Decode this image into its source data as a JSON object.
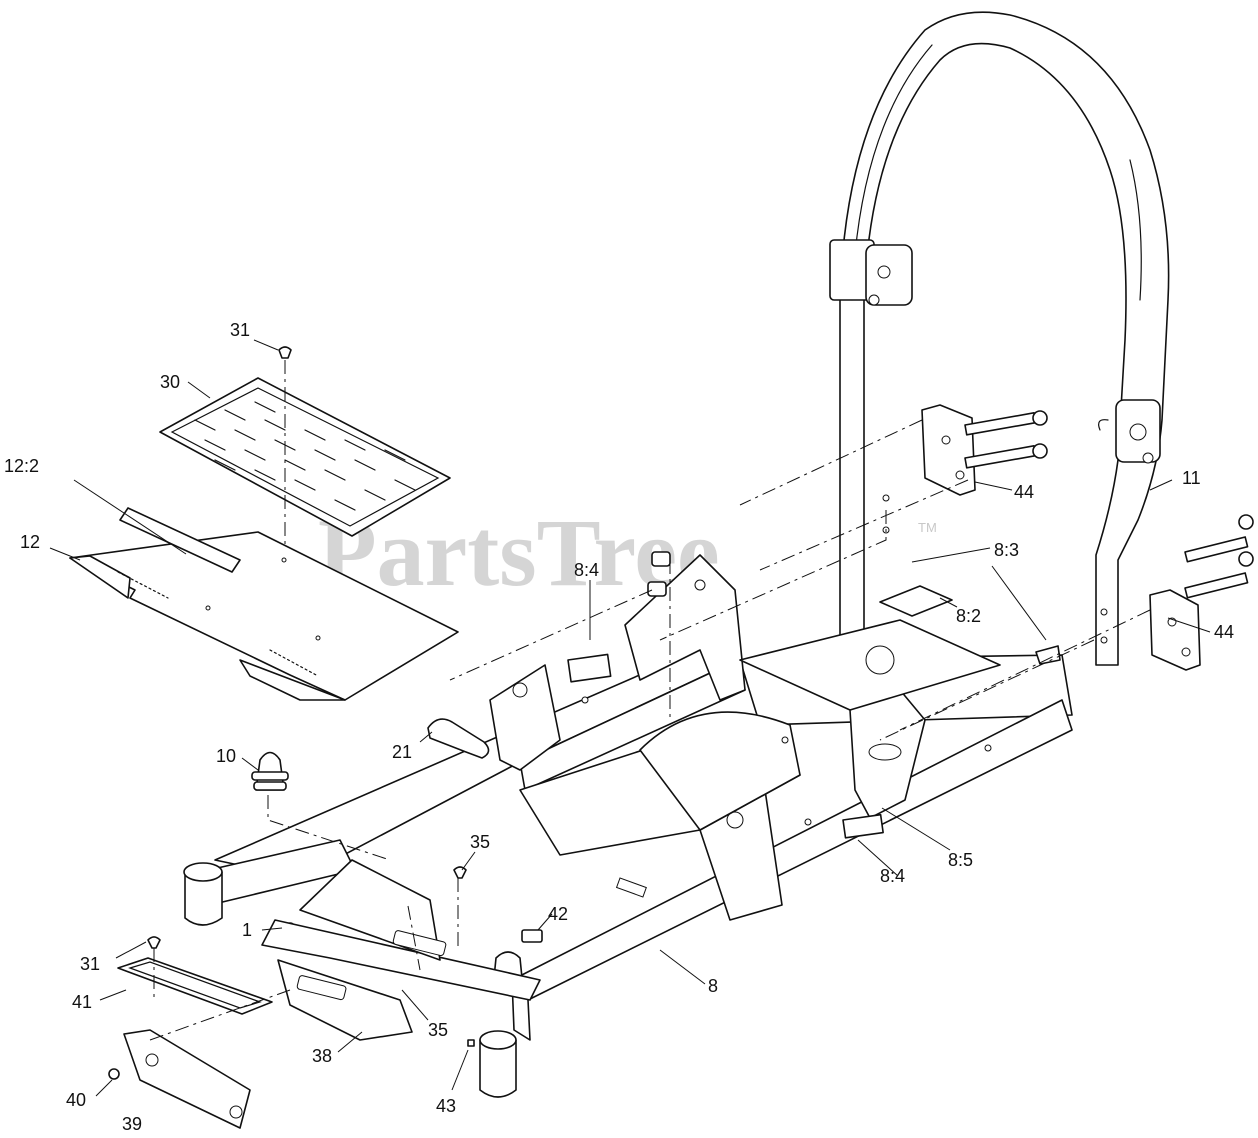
{
  "watermark": {
    "text": "PartsTree",
    "trademark": "TM"
  },
  "callouts": {
    "c31_top": "31",
    "c30": "30",
    "c12_2": "12:2",
    "c12": "12",
    "c10": "10",
    "c21": "21",
    "c8_4_left": "8:4",
    "c8_3": "8:3",
    "c8_2": "8:2",
    "c44_top": "44",
    "c11": "11",
    "c44_bottom": "44",
    "c8_5": "8:5",
    "c8_4_right": "8:4",
    "c35_top": "35",
    "c42": "42",
    "c1": "1",
    "c31_bottom": "31",
    "c41": "41",
    "c35_bottom": "35",
    "c8": "8",
    "c38": "38",
    "c40": "40",
    "c39": "39",
    "c43": "43"
  }
}
